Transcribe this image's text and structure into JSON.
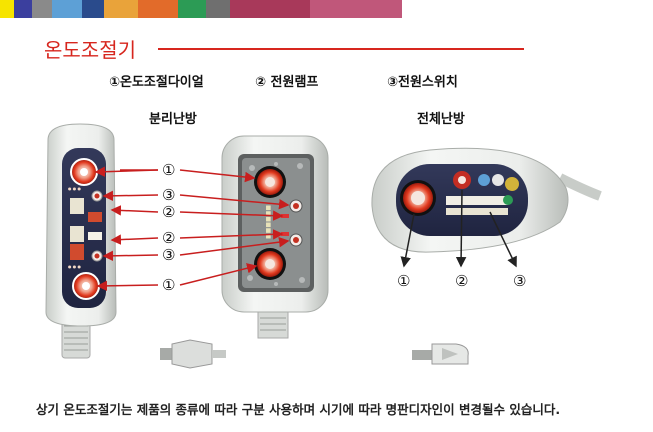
{
  "page": {
    "title": "온도조절기",
    "legend": [
      "①온도조절다이얼",
      "② 전원램프",
      "③전원스위치"
    ],
    "left_heading": "분리난방",
    "right_heading": "전체난방",
    "callout_numbers": [
      "①",
      "③",
      "②",
      "②",
      "③",
      "①"
    ],
    "right_callout_numbers": [
      "①",
      "②",
      "③"
    ],
    "footer": "상기 온도조절기는 제품의 종류에 따라 구분 사용하며  시기에 따라 명판디자인이 변경될수 있습니다."
  },
  "colors": {
    "title": "#d7261e",
    "arrow": "#c81e1e",
    "device_body": "#e9ece9",
    "panel": "#2a2f4a",
    "dial": "#e23a1f"
  },
  "swatches": [
    "#f6e400",
    "#3b3f9e",
    "#8a8a8a",
    "#5da0d6",
    "#2a4b8c",
    "#e9a33a",
    "#e26b2a",
    "#2c9b55",
    "#6f6f6f",
    "#a8395a",
    "#c0577a"
  ]
}
